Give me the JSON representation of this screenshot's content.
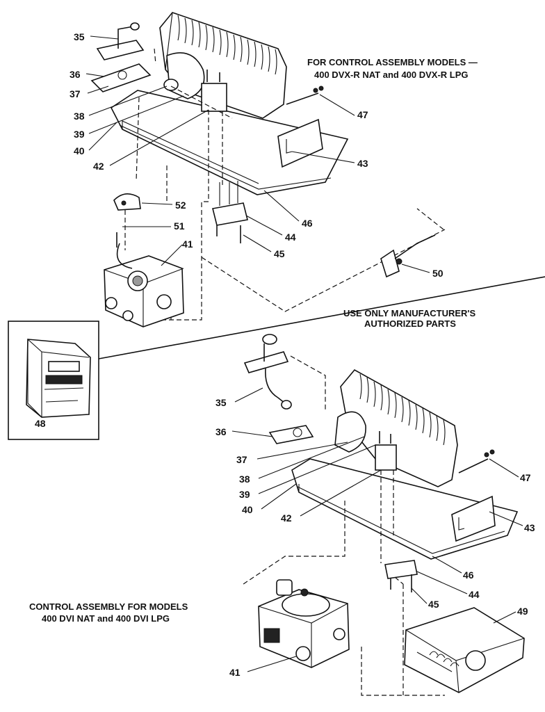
{
  "headings": {
    "top_models_line1": "FOR CONTROL ASSEMBLY MODELS —",
    "top_models_line2": "400 DVX-R NAT and 400 DVX-R LPG",
    "notice_line1": "USE ONLY MANUFACTURER'S",
    "notice_line2": "AUTHORIZED PARTS",
    "bottom_models_line1": "CONTROL ASSEMBLY FOR MODELS",
    "bottom_models_line2": "400 DVI NAT and 400 DVI LPG"
  },
  "callouts_top": [
    "35",
    "36",
    "37",
    "38",
    "39",
    "40",
    "42",
    "47",
    "43",
    "46",
    "52",
    "51",
    "41",
    "44",
    "45",
    "50"
  ],
  "callouts_bottom": [
    "35",
    "36",
    "37",
    "38",
    "39",
    "40",
    "42",
    "47",
    "43",
    "46",
    "44",
    "45",
    "41",
    "49"
  ],
  "callout_inset": "48",
  "icons": [
    "heater-burner-assembly",
    "gas-control-valve",
    "thermostat",
    "ignition-module"
  ]
}
